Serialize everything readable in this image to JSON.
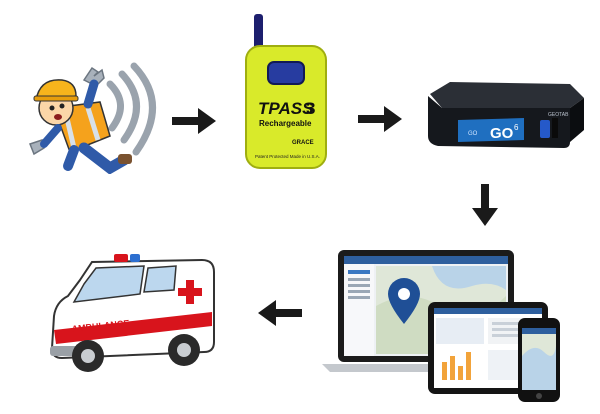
{
  "diagram": {
    "nodes": [
      {
        "id": "worker",
        "icon": "fallen-worker-icon"
      },
      {
        "id": "tpass",
        "icon": "tpass-device-icon",
        "label_main": "TPASS",
        "label_num": "3",
        "label_sub": "Rechargeable",
        "brand": "GRACE",
        "fineprint": "Patent Protected   Made in U.S.A."
      },
      {
        "id": "gps",
        "icon": "gps-tracker-icon",
        "brand": "GEOTAB",
        "model": "GO",
        "model_sup": "6"
      },
      {
        "id": "monitor",
        "icon": "monitoring-devices-icon"
      },
      {
        "id": "ambulance",
        "icon": "ambulance-icon",
        "label": "AMBULANCE"
      }
    ],
    "arrows": [
      "right",
      "right",
      "down",
      "left"
    ],
    "colors": {
      "arrow": "#1a1a1a",
      "device_yellow": "#d9ea2a",
      "ambulance_red": "#d8141c",
      "gps_blue": "#1f6fc0"
    }
  }
}
